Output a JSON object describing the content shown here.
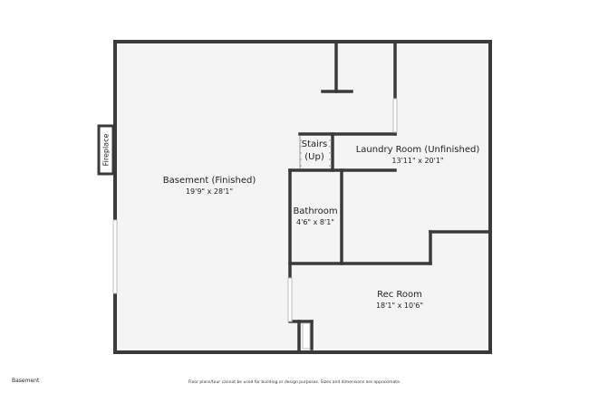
{
  "floor_label": "Basement",
  "disclaimer": "Floor plans/tour cannot be used for building or design purposes. Sizes and dimensions are approximate.",
  "rooms": {
    "basement": {
      "name": "Basement (Finished)",
      "dims": "19'9\" x 28'1\""
    },
    "laundry": {
      "name": "Laundry Room (Unfinished)",
      "dims": "13'11\" x 20'1\""
    },
    "stairs": {
      "line1": "Stairs",
      "line2": "(Up)"
    },
    "bathroom": {
      "name": "Bathroom",
      "dims": "4'6\" x 8'1\""
    },
    "rec": {
      "name": "Rec Room",
      "dims": "18'1\" x 10'6\""
    }
  },
  "fireplace_label": "Fireplace",
  "colors": {
    "wall": "#3a3a3a",
    "floor": "#f4f4f4",
    "window": "#bdbdbd"
  }
}
